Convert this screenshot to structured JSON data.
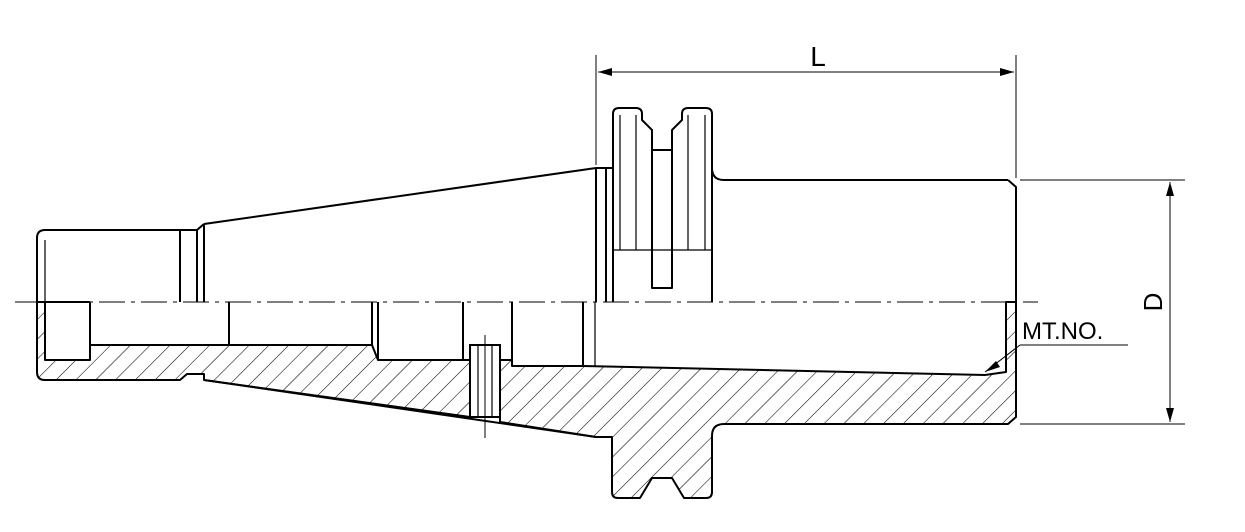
{
  "labels": {
    "length": "L",
    "diameter": "D",
    "morse_taper": "MT.NO."
  },
  "colors": {
    "stroke": "#000000",
    "background": "#ffffff"
  }
}
